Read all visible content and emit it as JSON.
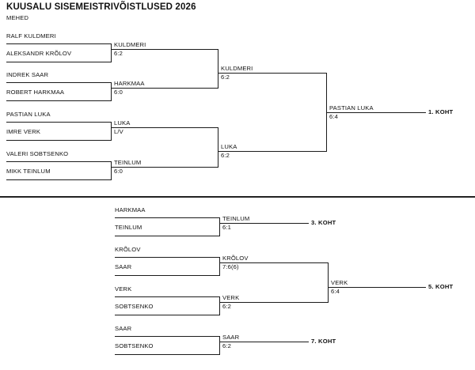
{
  "header": {
    "title": "KUUSALU SISEMEISTRIVÕISTLUSED 2026",
    "subtitle": "MEHED"
  },
  "main_bracket": {
    "round1": [
      {
        "top": "RALF KULDMERI",
        "bottom": "ALEKSANDR KRÕLOV",
        "winner": "KULDMERI",
        "score": "6:2"
      },
      {
        "top": "INDREK SAAR",
        "bottom": "ROBERT HARKMAA",
        "winner": "HARKMAA",
        "score": "6:0"
      },
      {
        "top": "PASTIAN LUKA",
        "bottom": "IMRE VERK",
        "winner": "LUKA",
        "score": "L/V"
      },
      {
        "top": "VALERI SOBTSENKO",
        "bottom": "MIKK TEINLUM",
        "winner": "TEINLUM",
        "score": "6:0"
      }
    ],
    "semifinals": [
      {
        "winner": "KULDMERI",
        "score": "6:2"
      },
      {
        "winner": "LUKA",
        "score": "6:2"
      }
    ],
    "final": {
      "winner": "PASTIAN LUKA",
      "score": "6:4",
      "placement": "1. KOHT"
    }
  },
  "consolation_bracket": {
    "third_place": {
      "top": "HARKMAA",
      "bottom": "TEINLUM",
      "winner": "TEINLUM",
      "score": "6:1",
      "placement": "3. KOHT"
    },
    "fifth_place": {
      "matches": [
        {
          "top": "KRÕLOV",
          "bottom": "SAAR",
          "winner": "KRÕLOV",
          "score": "7:6(6)"
        },
        {
          "top": "VERK",
          "bottom": "SOBTSENKO",
          "winner": "VERK",
          "score": "6:2"
        }
      ],
      "final": {
        "winner": "VERK",
        "score": "6:4",
        "placement": "5. KOHT"
      }
    },
    "seventh_place": {
      "top": "SAAR",
      "bottom": "SOBTSENKO",
      "winner": "SAAR",
      "score": "6:2",
      "placement": "7. KOHT"
    }
  }
}
